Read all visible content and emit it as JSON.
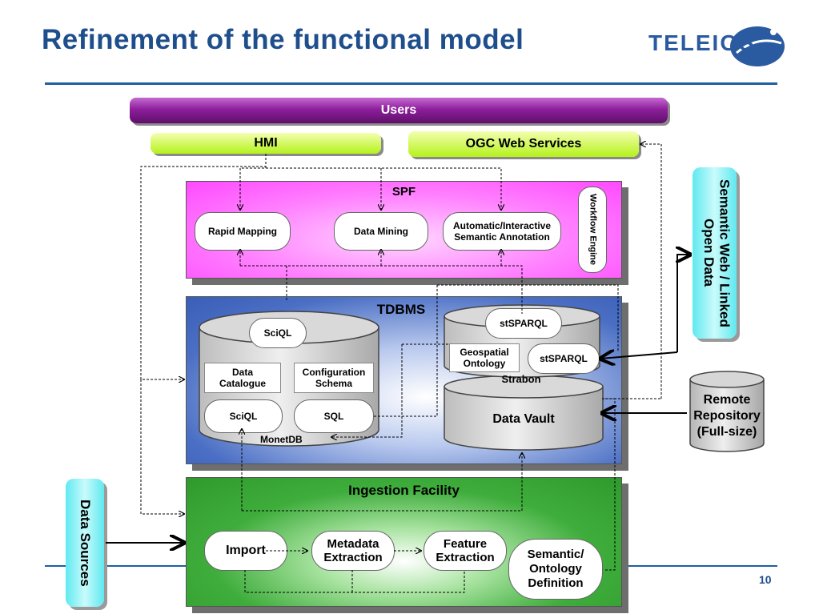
{
  "title": "Refinement of the functional model",
  "logo_text": "TELEIOS",
  "page_number": "10",
  "users_label": "Users",
  "hmi_label": "HMI",
  "ogc_label": "OGC Web Services",
  "spf": {
    "label": "SPF",
    "rapid_mapping": "Rapid Mapping",
    "data_mining": "Data Mining",
    "annotation_line1": "Automatic/Interactive",
    "annotation_line2": "Semantic Annotation",
    "workflow_engine": "Workflow Engine"
  },
  "tdbms": {
    "label": "TDBMS",
    "monetdb": {
      "label": "MonetDB",
      "sciql_top": "SciQL",
      "data_catalogue_line1": "Data",
      "data_catalogue_line2": "Catalogue",
      "config_schema_line1": "Configuration",
      "config_schema_line2": "Schema",
      "sciql_bottom": "SciQL",
      "sql": "SQL"
    },
    "strabon": {
      "label": "Strabon",
      "stsparql_top": "stSPARQL",
      "geo_ontology_line1": "Geospatial",
      "geo_ontology_line2": "Ontology",
      "stsparql_inner": "stSPARQL"
    },
    "data_vault": "Data Vault"
  },
  "ingestion": {
    "label": "Ingestion Facility",
    "import": "Import",
    "metadata_line1": "Metadata",
    "metadata_line2": "Extraction",
    "feature_line1": "Feature",
    "feature_line2": "Extraction",
    "ontology_line1": "Semantic/",
    "ontology_line2": "Ontology",
    "ontology_line3": "Definition"
  },
  "semantic_web": "Semantic Web / Linked Open Data",
  "data_sources": "Data Sources",
  "remote_repository": {
    "line1": "Remote",
    "line2": "Repository",
    "line3": "(Full-size)"
  },
  "colors": {
    "title": "#1f4e8c",
    "users": "#8e1f9c",
    "hmi_ogc": "#b4f21c",
    "spf": "#ff49ff",
    "tdbms": "#3a5db6",
    "ingestion": "#2e9a2c",
    "side_bands": "#5fe9f0"
  }
}
